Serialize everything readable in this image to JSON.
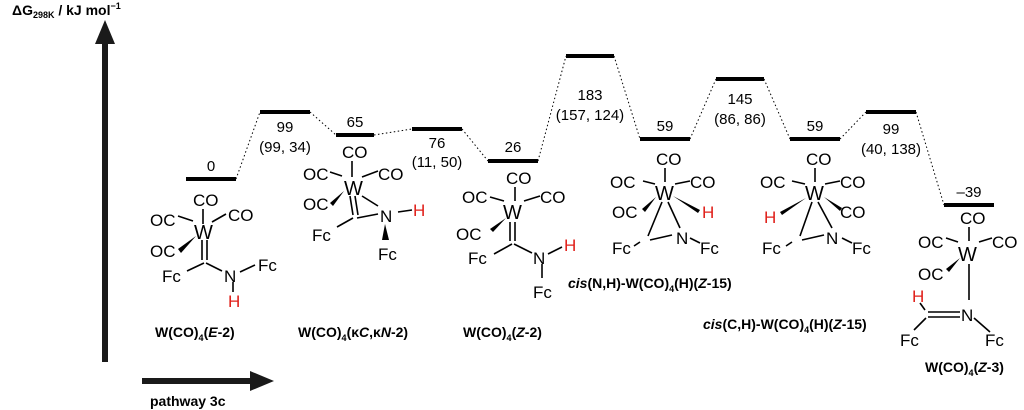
{
  "axis": {
    "ylabel_main": "ΔG",
    "ylabel_sub": "298K",
    "ylabel_units": " / kJ mol",
    "ylabel_sup": "−1",
    "xlabel": "pathway 3c"
  },
  "levels": [
    {
      "value": "0",
      "extra": ""
    },
    {
      "value": "99",
      "extra": "(99, 34)"
    },
    {
      "value": "65",
      "extra": ""
    },
    {
      "value": "76",
      "extra": "(11, 50)"
    },
    {
      "value": "26",
      "extra": ""
    },
    {
      "value": "183",
      "extra": "(157, 124)"
    },
    {
      "value": "59",
      "extra": ""
    },
    {
      "value": "145",
      "extra": "(86, 86)"
    },
    {
      "value": "59",
      "extra": ""
    },
    {
      "value": "99",
      "extra": "(40, 138)"
    },
    {
      "value": "–39",
      "extra": ""
    }
  ],
  "atoms": {
    "co": "CO",
    "oc": "OC",
    "w": "W",
    "n": "N",
    "fc": "Fc",
    "h": "H"
  },
  "labels": {
    "e2": {
      "a": "W(CO)",
      "s": "4",
      "b": "(",
      "i": "E",
      "c": "-2)"
    },
    "k2": {
      "a": "W(CO)",
      "s": "4",
      "b": "(κ",
      "i1": "C",
      "m": ",κ",
      "i2": "N",
      "c": "-2)"
    },
    "z2": {
      "a": "W(CO)",
      "s": "4",
      "b": "(",
      "i": "Z",
      "c": "-2)"
    },
    "cisnh": {
      "i": "cis",
      "a": "(N,H)-W(CO)",
      "s": "4",
      "b": "(H)(",
      "z": "Z",
      "c": "-15)"
    },
    "cisch": {
      "i": "cis",
      "a": "(C,H)-W(CO)",
      "s": "4",
      "b": "(H)(",
      "z": "Z",
      "c": "-15)"
    },
    "z3": {
      "a": "W(CO)",
      "s": "4",
      "b": "(",
      "i": "Z",
      "c": "-3)"
    }
  }
}
